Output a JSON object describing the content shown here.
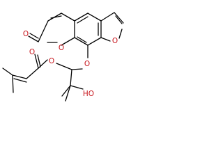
{
  "structure": {
    "atoms": [
      {
        "id": "o_carbonyl",
        "label": "O",
        "color": "#c8161d"
      },
      {
        "id": "o_ester_carbonyl",
        "label": "O",
        "color": "#c8161d"
      },
      {
        "id": "o_ester",
        "label": "O",
        "color": "#c8161d"
      },
      {
        "id": "o_lactone",
        "label": "O",
        "color": "#c8161d"
      },
      {
        "id": "o_furan",
        "label": "O",
        "color": "#c8161d"
      },
      {
        "id": "o_ether",
        "label": "O",
        "color": "#c8161d"
      },
      {
        "id": "hydroxyl",
        "label": "HO",
        "color": "#c8161d"
      }
    ],
    "bond_color": "#000000"
  }
}
